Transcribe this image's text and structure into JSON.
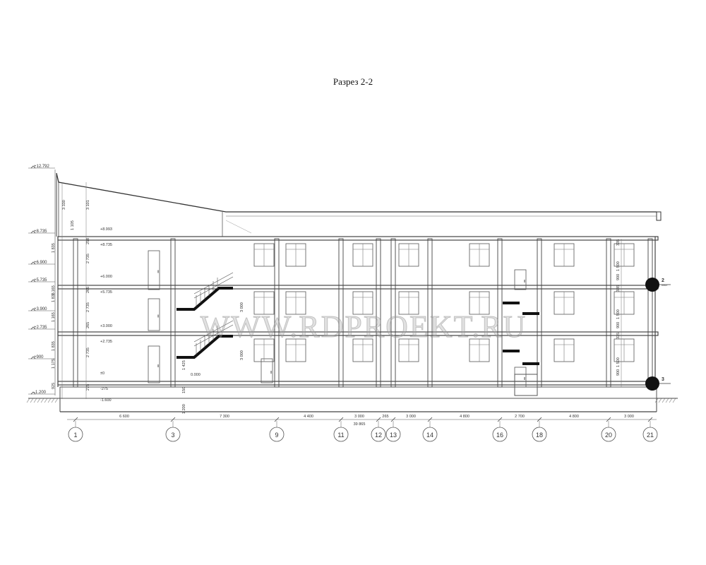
{
  "title": "Разрез 2-2",
  "watermark": "WWW.RDPROEKT.RU",
  "elevations": [
    "+12.792",
    "+8.735",
    "+6.900",
    "+5.735",
    "+3.900",
    "+2.735",
    "+900",
    "-1.200"
  ],
  "inner_levels": [
    "+8.993",
    "+8.735",
    "+6.000",
    "+5.735",
    "+3.000",
    "+2.735",
    "±0",
    "-275",
    "-1.600"
  ],
  "left_dims_outer": [
    "1 835",
    "1 165",
    "1 835",
    "1 165",
    "1 835",
    "1 175",
    "925"
  ],
  "left_dims_inner": [
    "3 330",
    "1 105",
    "2 735",
    "265",
    "2 735",
    "265",
    "2 735",
    "275",
    "3 101",
    "258"
  ],
  "interior_dims": [
    "3 000",
    "3 000",
    "1 425",
    "0.000",
    "150",
    "1 200"
  ],
  "right_dims": [
    "335",
    "1 500",
    "900",
    "335",
    "1 500",
    "900",
    "335",
    "1 500",
    "900"
  ],
  "bottom_dims": [
    "6 600",
    "7 300",
    "4 400",
    "3 000",
    "265",
    "3 000",
    "4 800",
    "2 700",
    "4 800",
    "3 000"
  ],
  "total_dim": "39 865",
  "axes": [
    "1",
    "3",
    "9",
    "11",
    "12",
    "13",
    "14",
    "16",
    "18",
    "20",
    "21"
  ],
  "sheet_markers": [
    {
      "num": "2",
      "label": "лист"
    },
    {
      "num": "3",
      "label": ""
    }
  ]
}
